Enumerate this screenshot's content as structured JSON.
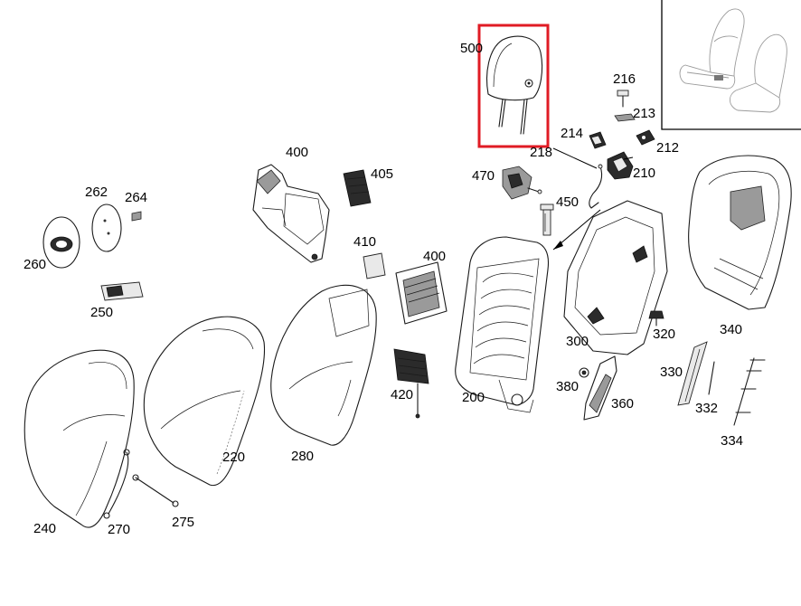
{
  "diagram": {
    "highlight_color": "#e01b24",
    "highlighted_part": "500",
    "labels": {
      "p500": "500",
      "p216": "216",
      "p213": "213",
      "p214": "214",
      "p212": "212",
      "p218": "218",
      "p210": "210",
      "p400a": "400",
      "p405": "405",
      "p470": "470",
      "p450": "450",
      "p262": "262",
      "p264": "264",
      "p260": "260",
      "p410": "410",
      "p400b": "400",
      "p250": "250",
      "p340": "340",
      "p300": "300",
      "p320": "320",
      "p330": "330",
      "p380": "380",
      "p360": "360",
      "p420": "420",
      "p200": "200",
      "p332": "332",
      "p334": "334",
      "p220": "220",
      "p280": "280",
      "p240": "240",
      "p270": "270",
      "p275": "275"
    }
  }
}
